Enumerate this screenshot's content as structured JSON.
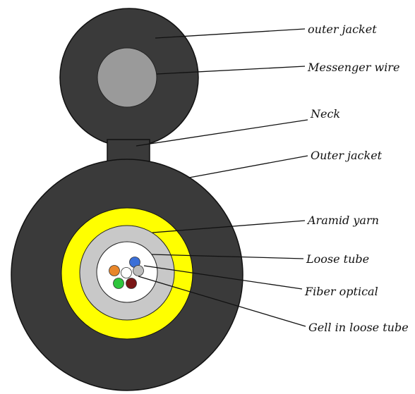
{
  "labels": {
    "outer_jacket_top": "outer jacket",
    "messenger_wire": "Messenger wire",
    "neck": "Neck",
    "outer_jacket": "Outer jacket",
    "aramid_yarn": "Aramid yarn",
    "loose_tube": "Loose tube",
    "fiber_optical": "Fiber optical",
    "gel_in_loose_tube": "Gell in loose tube"
  },
  "colors": {
    "jacket": "#3a3a3a",
    "messenger_wire": "#9a9a9a",
    "aramid_yarn": "#ffff00",
    "loose_tube": "#c8c8c8",
    "gel": "#ffffff",
    "fibers": [
      "#3a6fd8",
      "#bcbcbc",
      "#e8862a",
      "#ffffff",
      "#2ec53c",
      "#7a1515"
    ]
  }
}
